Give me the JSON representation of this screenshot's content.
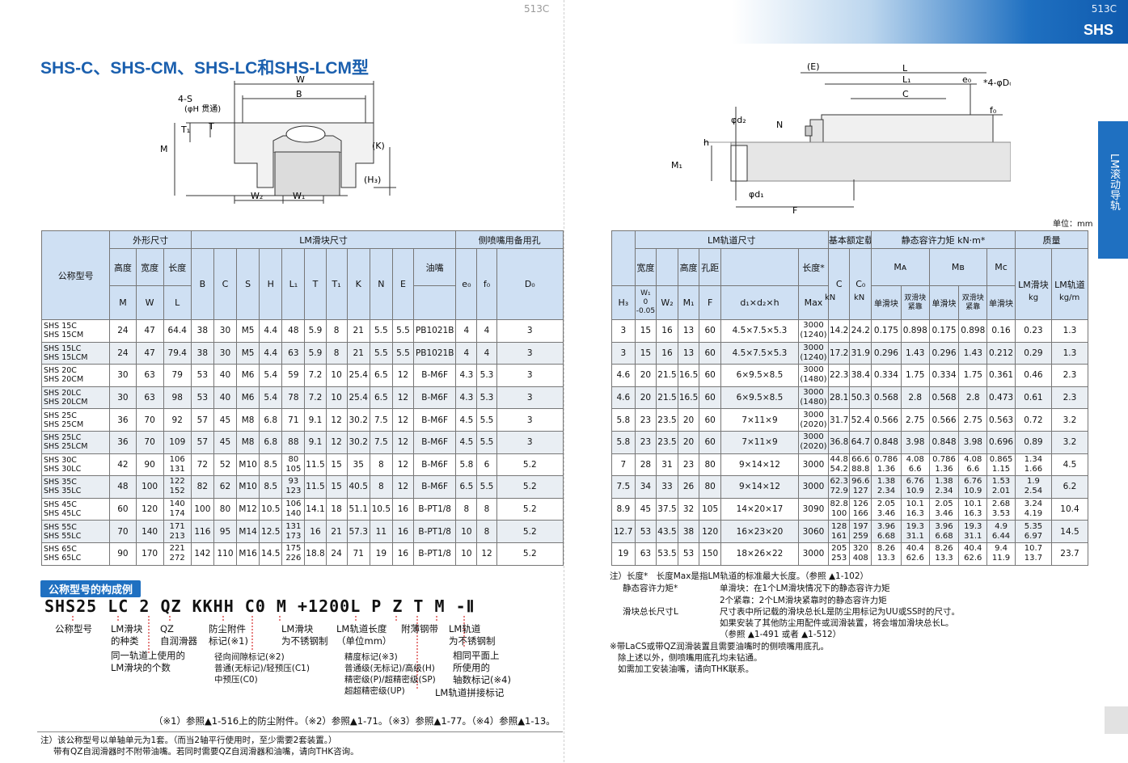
{
  "page": {
    "left_num": "513C",
    "right_num": "513C",
    "brand": "SHS",
    "side_tab": "LM滚动导轨",
    "unit": "单位：mm"
  },
  "title": "SHS-C、SHS-CM、SHS-LC和SHS-LCM型",
  "diagram_left": {
    "W": "W",
    "B": "B",
    "S": "4-S",
    "H": "(φH 贯通)",
    "T1": "T₁",
    "T": "T",
    "M": "M",
    "K": "(K)",
    "H3": "(H₃)",
    "W2": "W₂",
    "W1": "W₁"
  },
  "diagram_right": {
    "E": "(E)",
    "L": "L",
    "L1": "L₁",
    "C": "C",
    "e0": "e₀",
    "D0": "*4-φD₀",
    "f0": "f₀",
    "d2": "φd₂",
    "N": "N",
    "h": "h",
    "M1": "M₁",
    "d1": "φd₁",
    "F": "F"
  },
  "headers": {
    "model": "公称型号",
    "outer": "外形尺寸",
    "block": "LM滑块尺寸",
    "nipple_hole": "侧喷嘴用备用孔",
    "rail": "LM轨道尺寸",
    "load": "基本额定载荷",
    "moment": "静态容许力矩 kN·m*",
    "mass": "质量",
    "height": "高度",
    "width": "宽度",
    "length": "长度",
    "nipple": "油嘴",
    "r_width": "宽度",
    "r_height": "高度",
    "pitch": "孔距",
    "r_length": "长度*",
    "C": "C",
    "C0": "C₀",
    "MA": "Mᴀ",
    "MB": "Mʙ",
    "MC": "Mᴄ",
    "single": "单滑块",
    "double": "双滑块紧靠",
    "lm_block": "LM滑块",
    "lm_rail": "LM轨道",
    "M": "M",
    "W": "W",
    "L": "L",
    "B": "B",
    "Cc": "C",
    "S": "S",
    "Hh": "H",
    "L1": "L₁",
    "T": "T",
    "T1": "T₁",
    "K": "K",
    "N": "N",
    "E": "E",
    "e0": "e₀",
    "f0": "f₀",
    "D0": "D₀",
    "H3": "H₃",
    "W1": "W₁",
    "W1tol": "0\n-0.05",
    "W2": "W₂",
    "M1": "M₁",
    "F": "F",
    "dh": "d₁×d₂×h",
    "max": "Max",
    "kN1": "kN",
    "kN2": "kN",
    "kg": "kg",
    "kgm": "kg/m"
  },
  "rows": [
    [
      "SHS 15C\nSHS 15CM",
      "24",
      "47",
      "64.4",
      "38",
      "30",
      "M5",
      "4.4",
      "48",
      "5.9",
      "8",
      "21",
      "5.5",
      "5.5",
      "PB1021B",
      "4",
      "4",
      "3",
      "3",
      "15",
      "16",
      "13",
      "60",
      "4.5×7.5×5.3",
      "3000\n(1240)",
      "14.2",
      "24.2",
      "0.175",
      "0.898",
      "0.175",
      "0.898",
      "0.16",
      "0.23",
      "1.3"
    ],
    [
      "SHS 15LC\nSHS 15LCM",
      "24",
      "47",
      "79.4",
      "38",
      "30",
      "M5",
      "4.4",
      "63",
      "5.9",
      "8",
      "21",
      "5.5",
      "5.5",
      "PB1021B",
      "4",
      "4",
      "3",
      "3",
      "15",
      "16",
      "13",
      "60",
      "4.5×7.5×5.3",
      "3000\n(1240)",
      "17.2",
      "31.9",
      "0.296",
      "1.43",
      "0.296",
      "1.43",
      "0.212",
      "0.29",
      "1.3"
    ],
    [
      "SHS 20C\nSHS 20CM",
      "30",
      "63",
      "79",
      "53",
      "40",
      "M6",
      "5.4",
      "59",
      "7.2",
      "10",
      "25.4",
      "6.5",
      "12",
      "B-M6F",
      "4.3",
      "5.3",
      "3",
      "4.6",
      "20",
      "21.5",
      "16.5",
      "60",
      "6×9.5×8.5",
      "3000\n(1480)",
      "22.3",
      "38.4",
      "0.334",
      "1.75",
      "0.334",
      "1.75",
      "0.361",
      "0.46",
      "2.3"
    ],
    [
      "SHS 20LC\nSHS 20LCM",
      "30",
      "63",
      "98",
      "53",
      "40",
      "M6",
      "5.4",
      "78",
      "7.2",
      "10",
      "25.4",
      "6.5",
      "12",
      "B-M6F",
      "4.3",
      "5.3",
      "3",
      "4.6",
      "20",
      "21.5",
      "16.5",
      "60",
      "6×9.5×8.5",
      "3000\n(1480)",
      "28.1",
      "50.3",
      "0.568",
      "2.8",
      "0.568",
      "2.8",
      "0.473",
      "0.61",
      "2.3"
    ],
    [
      "SHS 25C\nSHS 25CM",
      "36",
      "70",
      "92",
      "57",
      "45",
      "M8",
      "6.8",
      "71",
      "9.1",
      "12",
      "30.2",
      "7.5",
      "12",
      "B-M6F",
      "4.5",
      "5.5",
      "3",
      "5.8",
      "23",
      "23.5",
      "20",
      "60",
      "7×11×9",
      "3000\n(2020)",
      "31.7",
      "52.4",
      "0.566",
      "2.75",
      "0.566",
      "2.75",
      "0.563",
      "0.72",
      "3.2"
    ],
    [
      "SHS 25LC\nSHS 25LCM",
      "36",
      "70",
      "109",
      "57",
      "45",
      "M8",
      "6.8",
      "88",
      "9.1",
      "12",
      "30.2",
      "7.5",
      "12",
      "B-M6F",
      "4.5",
      "5.5",
      "3",
      "5.8",
      "23",
      "23.5",
      "20",
      "60",
      "7×11×9",
      "3000\n(2020)",
      "36.8",
      "64.7",
      "0.848",
      "3.98",
      "0.848",
      "3.98",
      "0.696",
      "0.89",
      "3.2"
    ],
    [
      "SHS 30C\nSHS 30LC",
      "42",
      "90",
      "106\n131",
      "72",
      "52",
      "M10",
      "8.5",
      "80\n105",
      "11.5",
      "15",
      "35",
      "8",
      "12",
      "B-M6F",
      "5.8",
      "6",
      "5.2",
      "7",
      "28",
      "31",
      "23",
      "80",
      "9×14×12",
      "3000",
      "44.8\n54.2",
      "66.6\n88.8",
      "0.786\n1.36",
      "4.08\n6.6",
      "0.786\n1.36",
      "4.08\n6.6",
      "0.865\n1.15",
      "1.34\n1.66",
      "4.5"
    ],
    [
      "SHS 35C\nSHS 35LC",
      "48",
      "100",
      "122\n152",
      "82",
      "62",
      "M10",
      "8.5",
      "93\n123",
      "11.5",
      "15",
      "40.5",
      "8",
      "12",
      "B-M6F",
      "6.5",
      "5.5",
      "5.2",
      "7.5",
      "34",
      "33",
      "26",
      "80",
      "9×14×12",
      "3000",
      "62.3\n72.9",
      "96.6\n127",
      "1.38\n2.34",
      "6.76\n10.9",
      "1.38\n2.34",
      "6.76\n10.9",
      "1.53\n2.01",
      "1.9\n2.54",
      "6.2"
    ],
    [
      "SHS 45C\nSHS 45LC",
      "60",
      "120",
      "140\n174",
      "100",
      "80",
      "M12",
      "10.5",
      "106\n140",
      "14.1",
      "18",
      "51.1",
      "10.5",
      "16",
      "B-PT1/8",
      "8",
      "8",
      "5.2",
      "8.9",
      "45",
      "37.5",
      "32",
      "105",
      "14×20×17",
      "3090",
      "82.8\n100",
      "126\n166",
      "2.05\n3.46",
      "10.1\n16.3",
      "2.05\n3.46",
      "10.1\n16.3",
      "2.68\n3.53",
      "3.24\n4.19",
      "10.4"
    ],
    [
      "SHS 55C\nSHS 55LC",
      "70",
      "140",
      "171\n213",
      "116",
      "95",
      "M14",
      "12.5",
      "131\n173",
      "16",
      "21",
      "57.3",
      "11",
      "16",
      "B-PT1/8",
      "10",
      "8",
      "5.2",
      "12.7",
      "53",
      "43.5",
      "38",
      "120",
      "16×23×20",
      "3060",
      "128\n161",
      "197\n259",
      "3.96\n6.68",
      "19.3\n31.1",
      "3.96\n6.68",
      "19.3\n31.1",
      "4.9\n6.44",
      "5.35\n6.97",
      "14.5"
    ],
    [
      "SHS 65C\nSHS 65LC",
      "90",
      "170",
      "221\n272",
      "142",
      "110",
      "M16",
      "14.5",
      "175\n226",
      "18.8",
      "24",
      "71",
      "19",
      "16",
      "B-PT1/8",
      "10",
      "12",
      "5.2",
      "19",
      "63",
      "53.5",
      "53",
      "150",
      "18×26×22",
      "3000",
      "205\n253",
      "320\n408",
      "8.26\n13.3",
      "40.4\n62.6",
      "8.26\n13.3",
      "40.4\n62.6",
      "9.4\n11.9",
      "10.7\n13.7",
      "23.7"
    ]
  ],
  "code_section": {
    "badge": "公称型号的构成例",
    "code": "SHS25 LC 2 QZ KKHH C0 M +1200L P Z T M -Ⅱ",
    "labels": {
      "model": "公称型号",
      "block_type": "LM滑块\n的种类",
      "qz": "QZ\n自润滑器",
      "dust": "防尘附件\n标记(※1)",
      "stainless_block": "LM滑块\n为不锈钢制",
      "rail_len": "LM轨道长度\n（单位mm）",
      "coating": "附薄钢带",
      "stainless_rail": "LM轨道\n为不锈钢制",
      "count": "同一轨道上使用的\nLM滑块的个数",
      "clearance": "径向间隙标记(※2)\n普通(无标记)/轻预压(C1)\n中预压(C0)",
      "accuracy": "精度标记(※3)\n普通级(无标记)/高级(H)\n精密级(P)/超精密级(SP)\n超超精密级(UP)",
      "joint": "LM轨道拼接标记",
      "axes": "相同平面上\n所使用的\n轴数标记(※4)"
    },
    "refs": "（※1）参照▲1-516上的防尘附件。（※2）参照▲1-71。（※3）参照▲1-77。（※4）参照▲1-13。"
  },
  "notes_right": {
    "n1": "注）长度*　长度Max是指LM轨道的标准最大长度。（参照 ▲1-102）",
    "n2a": "静态容许力矩*",
    "n2b": "单滑块：在1个LM滑块情况下的静态容许力矩",
    "n2c": "2个紧靠：2个LM滑块紧靠时的静态容许力矩",
    "n3a": "滑块总长尺寸L",
    "n3b": "尺寸表中所记载的滑块总长L是防尘用标记为UU或SS时的尺寸。",
    "n3c": "如果安装了其他防尘用配件或润滑装置，将会增加滑块总长L。",
    "n3d": "（参照 ▲1-491 或者 ▲1-512）",
    "n4a": "※带LaCS或带QZ润滑装置且需要油嘴时的侧喷嘴用底孔。",
    "n4b": "除上述以外，侧喷嘴用底孔均未钻通。",
    "n4c": "如需加工安装油嘴，请向THK联系。"
  },
  "notes_left": {
    "f1": "注）该公称型号以单轴单元为1套。（而当2轴平行使用时，至少需要2套装置。）",
    "f2": "带有QZ自润滑器时不附带油嘴。若同时需要QZ自润滑器和油嘴，请向THK咨询。"
  }
}
